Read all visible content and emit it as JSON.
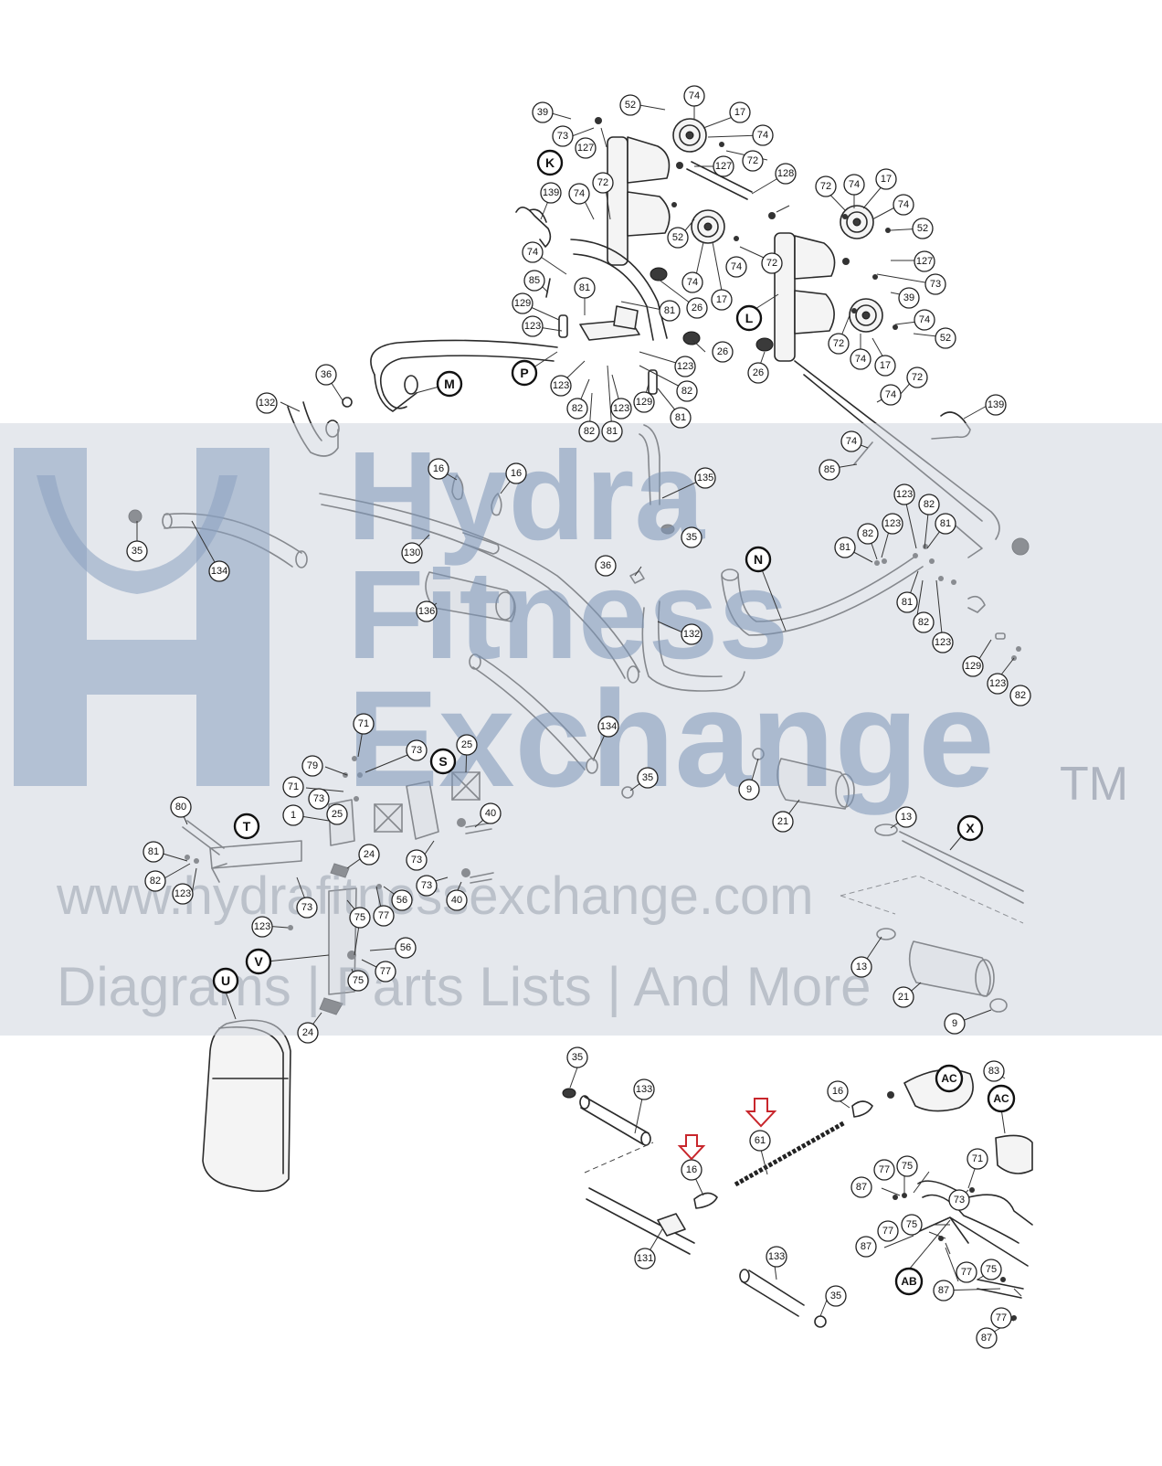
{
  "watermark": {
    "brand_lines": [
      "Hydra",
      "Fitness",
      "Exchange"
    ],
    "trademark": "TM",
    "url": "www.hydrafitnessexchange.com",
    "tagline": "Diagrams | Parts Lists | And More"
  },
  "assemblies": [
    "K",
    "L",
    "M",
    "P",
    "N",
    "S",
    "T",
    "U",
    "V",
    "X",
    "AB",
    "AC"
  ],
  "callouts_upper": [
    "39",
    "73",
    "127",
    "52",
    "74",
    "17",
    "74",
    "72",
    "127",
    "128",
    "72",
    "74",
    "17",
    "74",
    "52",
    "127",
    "73",
    "39",
    "74",
    "52",
    "17",
    "74",
    "72",
    "139",
    "74",
    "72",
    "52",
    "74",
    "17",
    "74",
    "72",
    "127",
    "26",
    "26",
    "26",
    "74",
    "85",
    "129",
    "81",
    "81",
    "123",
    "123",
    "82",
    "123",
    "82",
    "81",
    "82",
    "123",
    "129",
    "81",
    "36",
    "132",
    "72",
    "74",
    "139",
    "74",
    "85"
  ],
  "callouts_middle": [
    "16",
    "16",
    "135",
    "35",
    "35",
    "134",
    "130",
    "136",
    "36",
    "132",
    "123",
    "82",
    "123",
    "81",
    "81",
    "82",
    "81",
    "82",
    "123",
    "129",
    "123",
    "82",
    "134",
    "35"
  ],
  "callouts_lower": [
    "71",
    "73",
    "25",
    "79",
    "71",
    "73",
    "1",
    "25",
    "40",
    "80",
    "81",
    "82",
    "123",
    "24",
    "73",
    "73",
    "40",
    "73",
    "75",
    "77",
    "56",
    "123",
    "75",
    "56",
    "77",
    "24",
    "9",
    "21",
    "13",
    "13",
    "21",
    "9"
  ],
  "callouts_bottom": [
    "35",
    "133",
    "16",
    "61",
    "16",
    "83",
    "87",
    "77",
    "75",
    "71",
    "73",
    "77",
    "75",
    "87",
    "77",
    "75",
    "87",
    "77",
    "87",
    "131",
    "133",
    "35"
  ],
  "highlighted_parts": [
    "61",
    "16"
  ],
  "colors": {
    "line": "#2a2a2a",
    "watermark": "#7d96b8",
    "highlight_arrow": "#c8262c"
  }
}
